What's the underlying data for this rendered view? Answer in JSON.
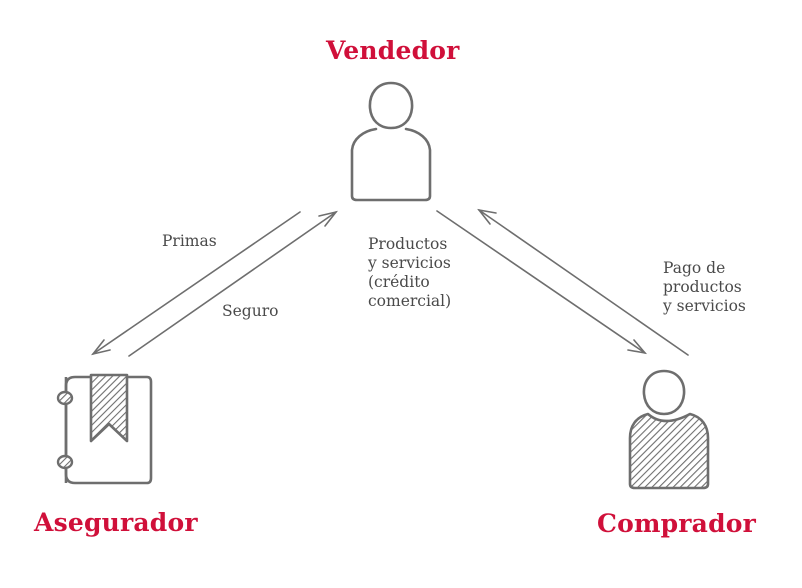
{
  "colors": {
    "accent": "#d0103a",
    "stroke": "#6e6e6e",
    "text": "#4a4a4a"
  },
  "nodes": {
    "vendedor": {
      "label": "Vendedor",
      "icon": "person-outline-icon"
    },
    "asegurador": {
      "label": "Asegurador",
      "icon": "binder-bookmark-icon"
    },
    "comprador": {
      "label": "Comprador",
      "icon": "person-hatched-icon"
    }
  },
  "edges": {
    "primas": {
      "label": "Primas"
    },
    "seguro": {
      "label": "Seguro"
    },
    "productos": {
      "lines": [
        "Productos",
        "y servicios",
        "(crédito",
        "comercial)"
      ]
    },
    "pago": {
      "lines": [
        "Pago de",
        "productos",
        "y servicios"
      ]
    }
  }
}
